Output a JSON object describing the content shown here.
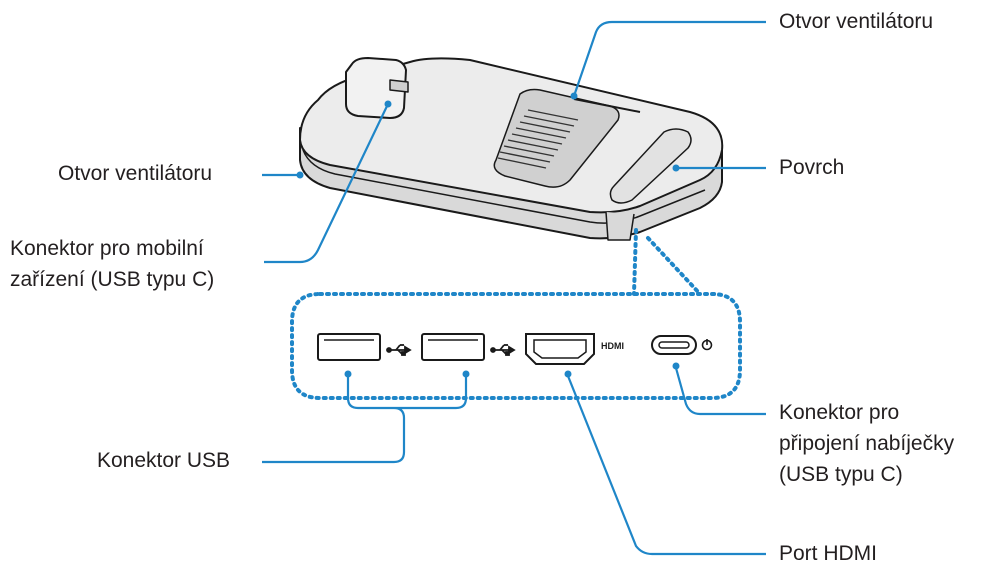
{
  "labels": {
    "fan_top": "Otvor ventilátoru",
    "fan_left": "Otvor ventilátoru",
    "surface": "Povrch",
    "mobile_connector_line1": "Konektor pro mobilní",
    "mobile_connector_line2": "zařízení (USB typu C)",
    "usb_connector": "Konektor USB",
    "charger_line1": "Konektor pro",
    "charger_line2": "připojení nabíječky",
    "charger_line3": "(USB typu C)",
    "hdmi_port": "Port HDMI",
    "hdmi_mark": "HDMI"
  },
  "colors": {
    "leader": "#1f86c8",
    "outline": "#1a1a1a",
    "text": "#231f20",
    "device_fill": "#ececec",
    "device_side": "#d9d9d9"
  }
}
